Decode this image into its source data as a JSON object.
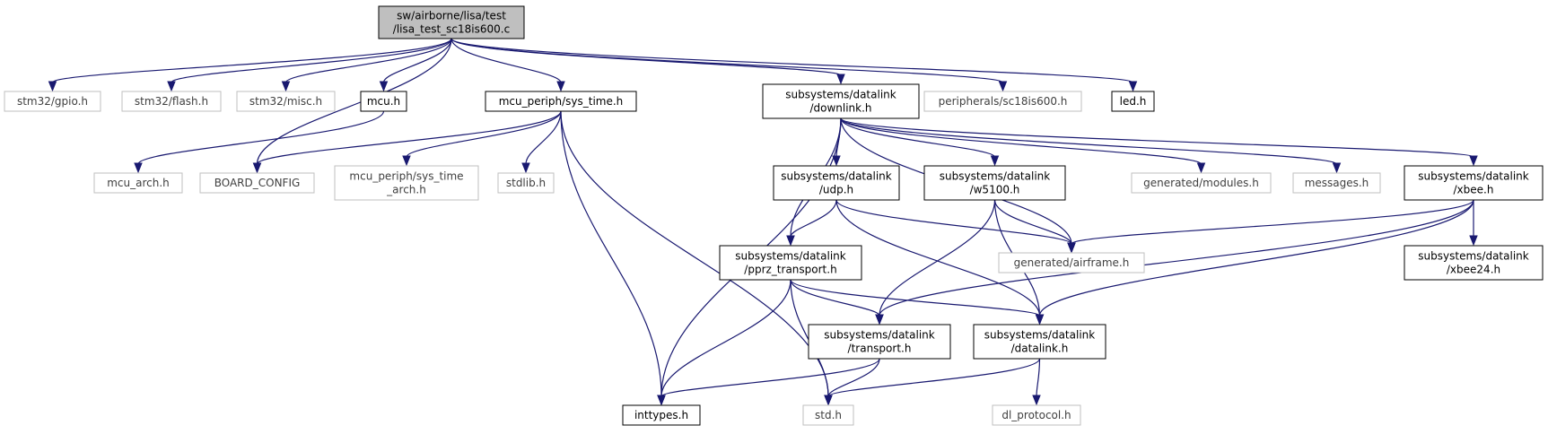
{
  "colors": {
    "edge": "#191970",
    "root_fill": "#bfbfbf",
    "border_dark": "#000000",
    "border_light": "#bfbfbf",
    "text_dark": "#000000",
    "text_light": "#404040"
  },
  "nodes": {
    "root": {
      "lines": [
        "sw/airborne/lisa/test",
        "/lisa_test_sc18is600.c"
      ],
      "kind": "root"
    },
    "gpio": {
      "lines": [
        "stm32/gpio.h"
      ],
      "kind": "missing"
    },
    "flash": {
      "lines": [
        "stm32/flash.h"
      ],
      "kind": "missing"
    },
    "misc": {
      "lines": [
        "stm32/misc.h"
      ],
      "kind": "missing"
    },
    "mcu": {
      "lines": [
        "mcu.h"
      ],
      "kind": "normal"
    },
    "sys_time": {
      "lines": [
        "mcu_periph/sys_time.h"
      ],
      "kind": "normal"
    },
    "downlink": {
      "lines": [
        "subsystems/datalink",
        "/downlink.h"
      ],
      "kind": "normal"
    },
    "sc18is600": {
      "lines": [
        "peripherals/sc18is600.h"
      ],
      "kind": "missing"
    },
    "led": {
      "lines": [
        "led.h"
      ],
      "kind": "normal"
    },
    "mcu_arch": {
      "lines": [
        "mcu_arch.h"
      ],
      "kind": "missing"
    },
    "board_config": {
      "lines": [
        "BOARD_CONFIG"
      ],
      "kind": "missing"
    },
    "sys_time_arch": {
      "lines": [
        "mcu_periph/sys_time",
        "_arch.h"
      ],
      "kind": "missing"
    },
    "stdlib": {
      "lines": [
        "stdlib.h"
      ],
      "kind": "missing"
    },
    "udp": {
      "lines": [
        "subsystems/datalink",
        "/udp.h"
      ],
      "kind": "normal"
    },
    "w5100": {
      "lines": [
        "subsystems/datalink",
        "/w5100.h"
      ],
      "kind": "normal"
    },
    "modules": {
      "lines": [
        "generated/modules.h"
      ],
      "kind": "missing"
    },
    "messages": {
      "lines": [
        "messages.h"
      ],
      "kind": "missing"
    },
    "xbee": {
      "lines": [
        "subsystems/datalink",
        "/xbee.h"
      ],
      "kind": "normal"
    },
    "airframe": {
      "lines": [
        "generated/airframe.h"
      ],
      "kind": "missing"
    },
    "pprz_transport": {
      "lines": [
        "subsystems/datalink",
        "/pprz_transport.h"
      ],
      "kind": "normal"
    },
    "xbee24": {
      "lines": [
        "subsystems/datalink",
        "/xbee24.h"
      ],
      "kind": "normal"
    },
    "transport": {
      "lines": [
        "subsystems/datalink",
        "/transport.h"
      ],
      "kind": "normal"
    },
    "datalink": {
      "lines": [
        "subsystems/datalink",
        "/datalink.h"
      ],
      "kind": "normal"
    },
    "inttypes": {
      "lines": [
        "inttypes.h"
      ],
      "kind": "normal"
    },
    "std": {
      "lines": [
        "std.h"
      ],
      "kind": "missing"
    },
    "dl_protocol": {
      "lines": [
        "dl_protocol.h"
      ],
      "kind": "missing"
    }
  },
  "edges": [
    [
      "root",
      "gpio"
    ],
    [
      "root",
      "flash"
    ],
    [
      "root",
      "misc"
    ],
    [
      "root",
      "mcu"
    ],
    [
      "root",
      "board_config"
    ],
    [
      "root",
      "sys_time"
    ],
    [
      "root",
      "downlink"
    ],
    [
      "root",
      "sc18is600"
    ],
    [
      "root",
      "led"
    ],
    [
      "mcu",
      "mcu_arch"
    ],
    [
      "sys_time",
      "board_config"
    ],
    [
      "sys_time",
      "sys_time_arch"
    ],
    [
      "sys_time",
      "stdlib"
    ],
    [
      "sys_time",
      "inttypes"
    ],
    [
      "sys_time",
      "std"
    ],
    [
      "downlink",
      "udp"
    ],
    [
      "downlink",
      "w5100"
    ],
    [
      "downlink",
      "modules"
    ],
    [
      "downlink",
      "messages"
    ],
    [
      "downlink",
      "xbee"
    ],
    [
      "downlink",
      "airframe"
    ],
    [
      "downlink",
      "pprz_transport"
    ],
    [
      "downlink",
      "inttypes"
    ],
    [
      "udp",
      "pprz_transport"
    ],
    [
      "udp",
      "airframe"
    ],
    [
      "udp",
      "datalink"
    ],
    [
      "w5100",
      "airframe"
    ],
    [
      "w5100",
      "transport"
    ],
    [
      "w5100",
      "datalink"
    ],
    [
      "xbee",
      "xbee24"
    ],
    [
      "xbee",
      "airframe"
    ],
    [
      "xbee",
      "transport"
    ],
    [
      "xbee",
      "datalink"
    ],
    [
      "pprz_transport",
      "transport"
    ],
    [
      "pprz_transport",
      "datalink"
    ],
    [
      "pprz_transport",
      "inttypes"
    ],
    [
      "pprz_transport",
      "std"
    ],
    [
      "transport",
      "inttypes"
    ],
    [
      "transport",
      "std"
    ],
    [
      "datalink",
      "std"
    ],
    [
      "datalink",
      "dl_protocol"
    ]
  ]
}
